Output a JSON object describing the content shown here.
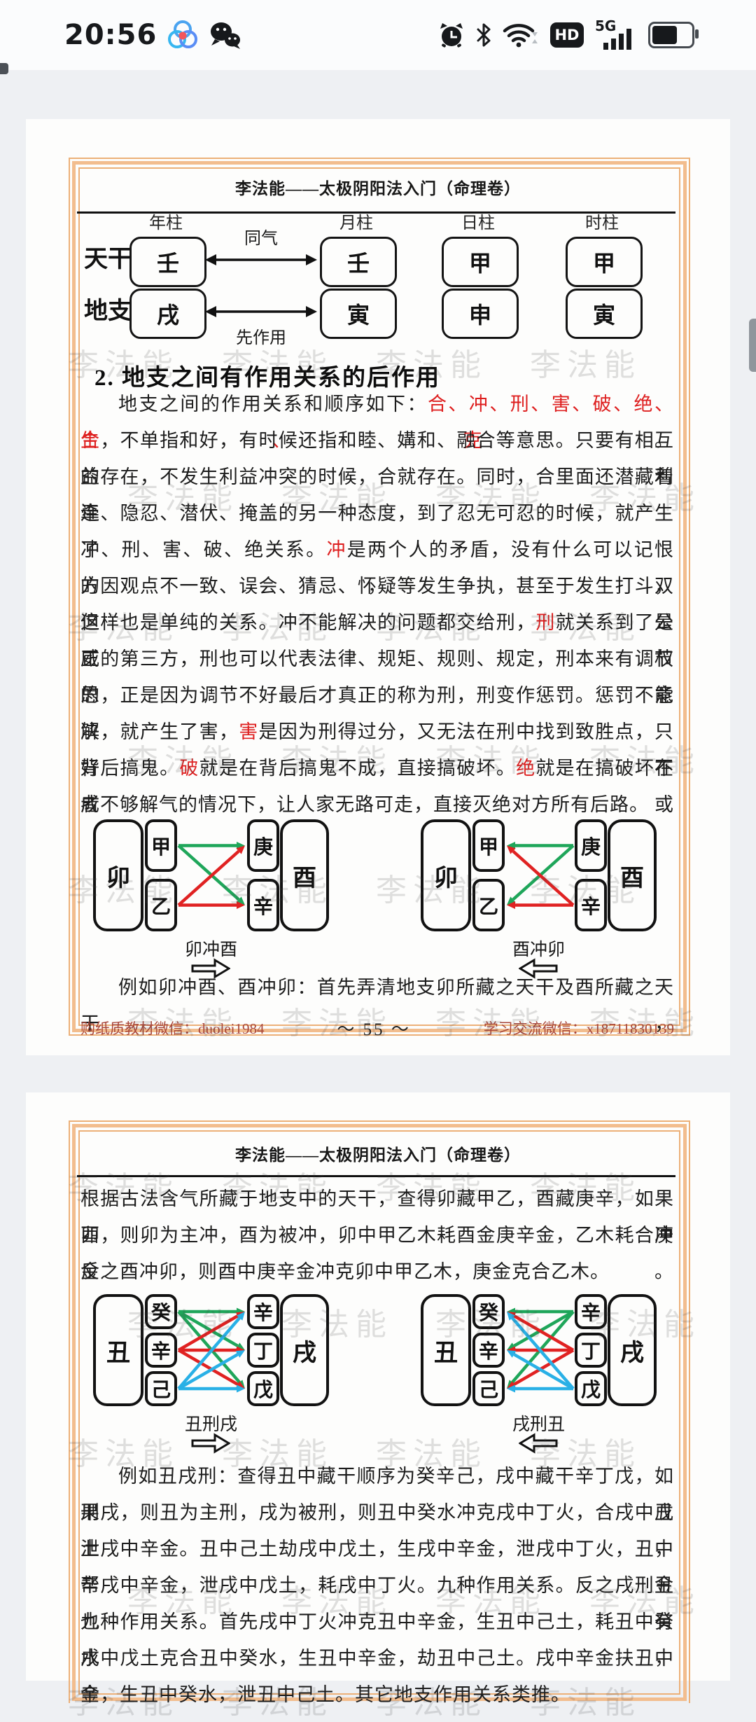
{
  "status_bar": {
    "time": "20:56",
    "hd": "HD",
    "network": "5G"
  },
  "watermark": "李法能",
  "colors": {
    "text_red": "#de1f1f",
    "footer_red": "#a8463a",
    "frame_orange": "#ecb078",
    "arrow_green": "#1fa65a",
    "arrow_red": "#e02222",
    "arrow_cyan": "#29b0e6"
  },
  "page1": {
    "header": "李法能——太极阴阳法入门（命理卷）",
    "pillars": {
      "columns": [
        "年柱",
        "月柱",
        "日柱",
        "时柱"
      ],
      "row_labels": [
        "天干",
        "地支"
      ],
      "stems": [
        "壬",
        "壬",
        "甲",
        "甲"
      ],
      "branches": [
        "戌",
        "寅",
        "申",
        "寅"
      ],
      "arrow_labels": [
        "同气",
        "先作用"
      ]
    },
    "section_heading": "2. 地支之间有作用关系的后作用",
    "paragraph": [
      {
        "in": 1,
        "st": 1,
        "seg": [
          [
            "地支之间的作用关系和顺序如下：",
            0
          ],
          [
            "合、冲、刑、害、破、绝、生、克",
            1
          ],
          [
            "。",
            0
          ]
        ]
      },
      {
        "st": 1,
        "seg": [
          [
            "合",
            1
          ],
          [
            "，不单指和好，有时候还指和睦、媾和、融合等意思。只要有相互的利",
            0
          ]
        ]
      },
      {
        "st": 1,
        "seg": [
          [
            "益存在，不发生利益冲突的时候，合就存在。同时，合里面还潜藏着牵",
            0
          ]
        ]
      },
      {
        "st": 1,
        "seg": [
          [
            "连、隐忍、潜伏、掩盖的另一种态度，到了忍无可忍的时候，就产生了",
            0
          ]
        ]
      },
      {
        "st": 1,
        "seg": [
          [
            "冲、刑、害、破、绝关系。",
            0
          ],
          [
            "冲",
            1
          ],
          [
            "是两个人的矛盾，没有什么可以记恨的，双",
            0
          ]
        ]
      },
      {
        "st": 1,
        "seg": [
          [
            "方因观点不一致、误会、猜忌、怀疑等发生争执，甚至于发生打斗，但是",
            0
          ]
        ]
      },
      {
        "st": 1,
        "seg": [
          [
            "这样也是单纯的关系。冲不能解决的问题都交给刑，",
            0
          ],
          [
            "刑",
            1
          ],
          [
            "就关系到了公正权",
            0
          ]
        ]
      },
      {
        "st": 1,
        "seg": [
          [
            "威的第三方，刑也可以代表法律、规矩、规则、规定，刑本来有调节的意",
            0
          ]
        ]
      },
      {
        "st": 1,
        "seg": [
          [
            "思，正是因为调节不好最后才真正的称为刑，刑变作惩罚。惩罚不能解",
            0
          ]
        ]
      },
      {
        "st": 1,
        "seg": [
          [
            "决，就产生了害，",
            0
          ],
          [
            "害",
            1
          ],
          [
            "是因为刑得过分，又无法在刑中找到致胜点，只好在",
            0
          ]
        ]
      },
      {
        "st": 1,
        "seg": [
          [
            "背后搞鬼。",
            0
          ],
          [
            "破",
            1
          ],
          [
            "就是在背后搞鬼不成，直接搞破坏。",
            0
          ],
          [
            "绝",
            1
          ],
          [
            "就是在搞破坏不成或",
            0
          ]
        ]
      },
      {
        "seg": [
          [
            "者不够解气的情况下，让人家无路可走，直接灭绝对方所有后路。",
            0
          ]
        ]
      }
    ],
    "diagram_left": {
      "big_left": "卯",
      "left_stack": [
        "甲",
        "乙"
      ],
      "right_stack": [
        "庚",
        "辛"
      ],
      "big_right": "酉",
      "label": "卯冲酉",
      "dir": "right",
      "arrows": [
        {
          "f": 0,
          "t": 0,
          "c": "arrow_green"
        },
        {
          "f": 0,
          "t": 1,
          "c": "arrow_green"
        },
        {
          "f": 1,
          "t": 0,
          "c": "arrow_red"
        },
        {
          "f": 1,
          "t": 1,
          "c": "arrow_red"
        }
      ]
    },
    "diagram_right": {
      "big_left": "卯",
      "left_stack": [
        "甲",
        "乙"
      ],
      "right_stack": [
        "庚",
        "辛"
      ],
      "big_right": "酉",
      "label": "酉冲卯",
      "dir": "left",
      "arrows": [
        {
          "f": 0,
          "t": 0,
          "c": "arrow_green"
        },
        {
          "f": 0,
          "t": 1,
          "c": "arrow_green"
        },
        {
          "f": 1,
          "t": 0,
          "c": "arrow_red"
        },
        {
          "f": 1,
          "t": 1,
          "c": "arrow_red"
        }
      ]
    },
    "example": [
      {
        "in": 1,
        "st": 1,
        "seg": [
          [
            "例如卯冲酉、酉冲卯：首先弄清地支卯所藏之天干及酉所藏之天干，",
            0
          ]
        ]
      }
    ],
    "footer": {
      "left": "购纸质教材微信：duolei1984",
      "center": "～ 55 ～",
      "right": "学习交流微信：x18711830139"
    }
  },
  "page2": {
    "header": "李法能——太极阴阳法入门（命理卷）",
    "paragraph1": [
      {
        "st": 1,
        "seg": [
          [
            "根据古法含气所藏于地支中的天干，查得卯藏甲乙，酉藏庚辛，如果卯冲",
            0
          ]
        ]
      },
      {
        "st": 1,
        "seg": [
          [
            "酉，则卯为主冲，酉为被冲，卯中甲乙木耗酉金庚辛金，乙木耗合庚金。",
            0
          ]
        ]
      },
      {
        "seg": [
          [
            "反之酉冲卯，则酉中庚辛金冲克卯中甲乙木，庚金克合乙木。",
            0
          ]
        ]
      }
    ],
    "diagram_left": {
      "big_left": "丑",
      "left_stack": [
        "癸",
        "辛",
        "己"
      ],
      "right_stack": [
        "辛",
        "丁",
        "戊"
      ],
      "big_right": "戌",
      "label": "丑刑戌",
      "dir": "right",
      "arrows": [
        {
          "f": 0,
          "t": 0,
          "c": "arrow_green"
        },
        {
          "f": 0,
          "t": 1,
          "c": "arrow_green"
        },
        {
          "f": 0,
          "t": 2,
          "c": "arrow_green"
        },
        {
          "f": 1,
          "t": 0,
          "c": "arrow_red"
        },
        {
          "f": 1,
          "t": 1,
          "c": "arrow_red"
        },
        {
          "f": 1,
          "t": 2,
          "c": "arrow_red"
        },
        {
          "f": 2,
          "t": 0,
          "c": "arrow_cyan"
        },
        {
          "f": 2,
          "t": 1,
          "c": "arrow_cyan"
        },
        {
          "f": 2,
          "t": 2,
          "c": "arrow_cyan"
        }
      ]
    },
    "diagram_right": {
      "big_left": "丑",
      "left_stack": [
        "癸",
        "辛",
        "己"
      ],
      "right_stack": [
        "辛",
        "丁",
        "戊"
      ],
      "big_right": "戌",
      "label": "戌刑丑",
      "dir": "left",
      "arrows": [
        {
          "f": 0,
          "t": 0,
          "c": "arrow_green"
        },
        {
          "f": 0,
          "t": 1,
          "c": "arrow_green"
        },
        {
          "f": 0,
          "t": 2,
          "c": "arrow_green"
        },
        {
          "f": 1,
          "t": 0,
          "c": "arrow_red"
        },
        {
          "f": 1,
          "t": 1,
          "c": "arrow_red"
        },
        {
          "f": 1,
          "t": 2,
          "c": "arrow_red"
        },
        {
          "f": 2,
          "t": 0,
          "c": "arrow_cyan"
        },
        {
          "f": 2,
          "t": 1,
          "c": "arrow_cyan"
        },
        {
          "f": 2,
          "t": 2,
          "c": "arrow_cyan"
        }
      ]
    },
    "paragraph2": [
      {
        "in": 1,
        "st": 1,
        "seg": [
          [
            "例如丑戌刑：查得丑中藏干顺序为癸辛己，戌中藏干辛丁戊，如果丑",
            0
          ]
        ]
      },
      {
        "st": 1,
        "seg": [
          [
            "刑戌，则丑为主刑，戌为被刑，则丑中癸水冲克戌中丁火，合戌中戊土，",
            0
          ]
        ]
      },
      {
        "st": 1,
        "seg": [
          [
            "泄戌中辛金。丑中己土劫戌中戊土，生戌中辛金，泄戌中丁火，丑中辛金",
            0
          ]
        ]
      },
      {
        "st": 1,
        "seg": [
          [
            "帮戌中辛金，泄戌中戊土，耗戌中丁火。九种作用关系。反之戌刑丑也有",
            0
          ]
        ]
      },
      {
        "st": 1,
        "seg": [
          [
            "九种作用关系。首先戌中丁火冲克丑中辛金，生丑中己土，耗丑中癸水，",
            0
          ]
        ]
      },
      {
        "st": 1,
        "seg": [
          [
            "戌中戊土克合丑中癸水，生丑中辛金，劫丑中己土。戌中辛金扶丑中辛",
            0
          ]
        ]
      },
      {
        "seg": [
          [
            "金，生丑中癸水，泄丑中己土。其它地支作用关系类推。",
            0
          ]
        ]
      }
    ]
  }
}
